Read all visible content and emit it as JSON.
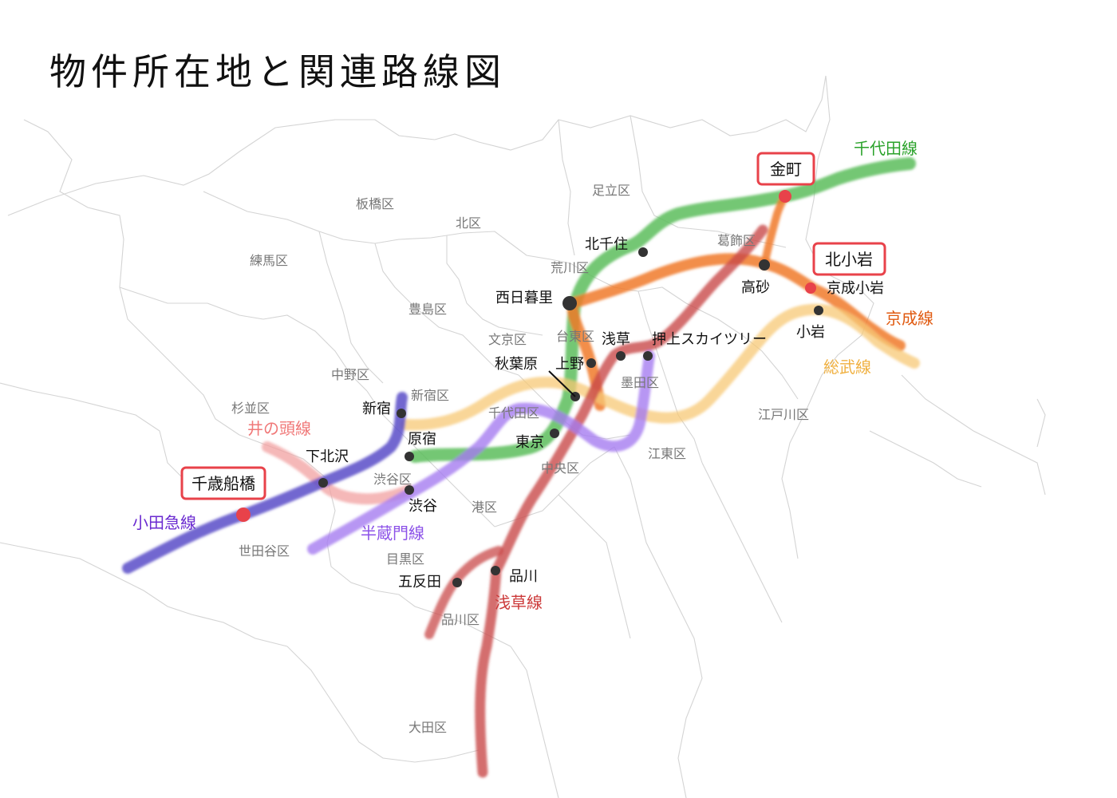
{
  "title": "物件所在地と関連路線図",
  "wards": {
    "adachi": "足立区",
    "itabashi": "板橋区",
    "kita": "北区",
    "nerima": "練馬区",
    "katsushika": "葛飾区",
    "arakawa": "荒川区",
    "toshima": "豊島区",
    "bunkyo": "文京区",
    "taito": "台東区",
    "nakano": "中野区",
    "shinjuku": "新宿区",
    "suginami": "杉並区",
    "chiyoda": "千代田区",
    "sumida": "墨田区",
    "edogawa": "江戸川区",
    "koto": "江東区",
    "chuo": "中央区",
    "shibuya": "渋谷区",
    "minato": "港区",
    "setagaya": "世田谷区",
    "meguro": "目黒区",
    "shinagawa": "品川区",
    "ota": "大田区"
  },
  "stations": {
    "kitasenju": "北千住",
    "nishinippori": "西日暮里",
    "takasago": "高砂",
    "keisei_koiwa": "京成小岩",
    "koiwa": "小岩",
    "asakusa": "浅草",
    "oshiage": "押上スカイツリー",
    "akihabara": "秋葉原",
    "ueno": "上野",
    "shinjuku": "新宿",
    "harajuku": "原宿",
    "tokyo": "東京",
    "shimokitazawa": "下北沢",
    "shibuya": "渋谷",
    "shinagawa": "品川",
    "gotanda": "五反田"
  },
  "key_stations": {
    "kanamachi": "金町",
    "kitakoiwa": "北小岩",
    "chitosefunabashi": "千歳船橋"
  },
  "lines": {
    "chiyoda": {
      "label": "千代田線",
      "color": "#5cbd5c"
    },
    "keisei": {
      "label": "京成線",
      "color": "#f07a2a"
    },
    "sobu": {
      "label": "総武線",
      "color": "#f7c875"
    },
    "asakusa": {
      "label": "浅草線",
      "color": "#c94a4a"
    },
    "hanzomon": {
      "label": "半蔵門線",
      "color": "#a57cf0"
    },
    "odakyu": {
      "label": "小田急線",
      "color": "#5a4ec8"
    },
    "inokashira": {
      "label": "井の頭線",
      "color": "#f2a0a0"
    }
  },
  "label_colors": {
    "chiyoda": "#2aa22a",
    "keisei": "#e05a10",
    "sobu": "#f0b040",
    "asakusa": "#cc3a3a",
    "hanzomon": "#8c52e8",
    "odakyu": "#6a2ad0",
    "inokashira": "#f07878"
  },
  "highlight_color": "#e8424a"
}
